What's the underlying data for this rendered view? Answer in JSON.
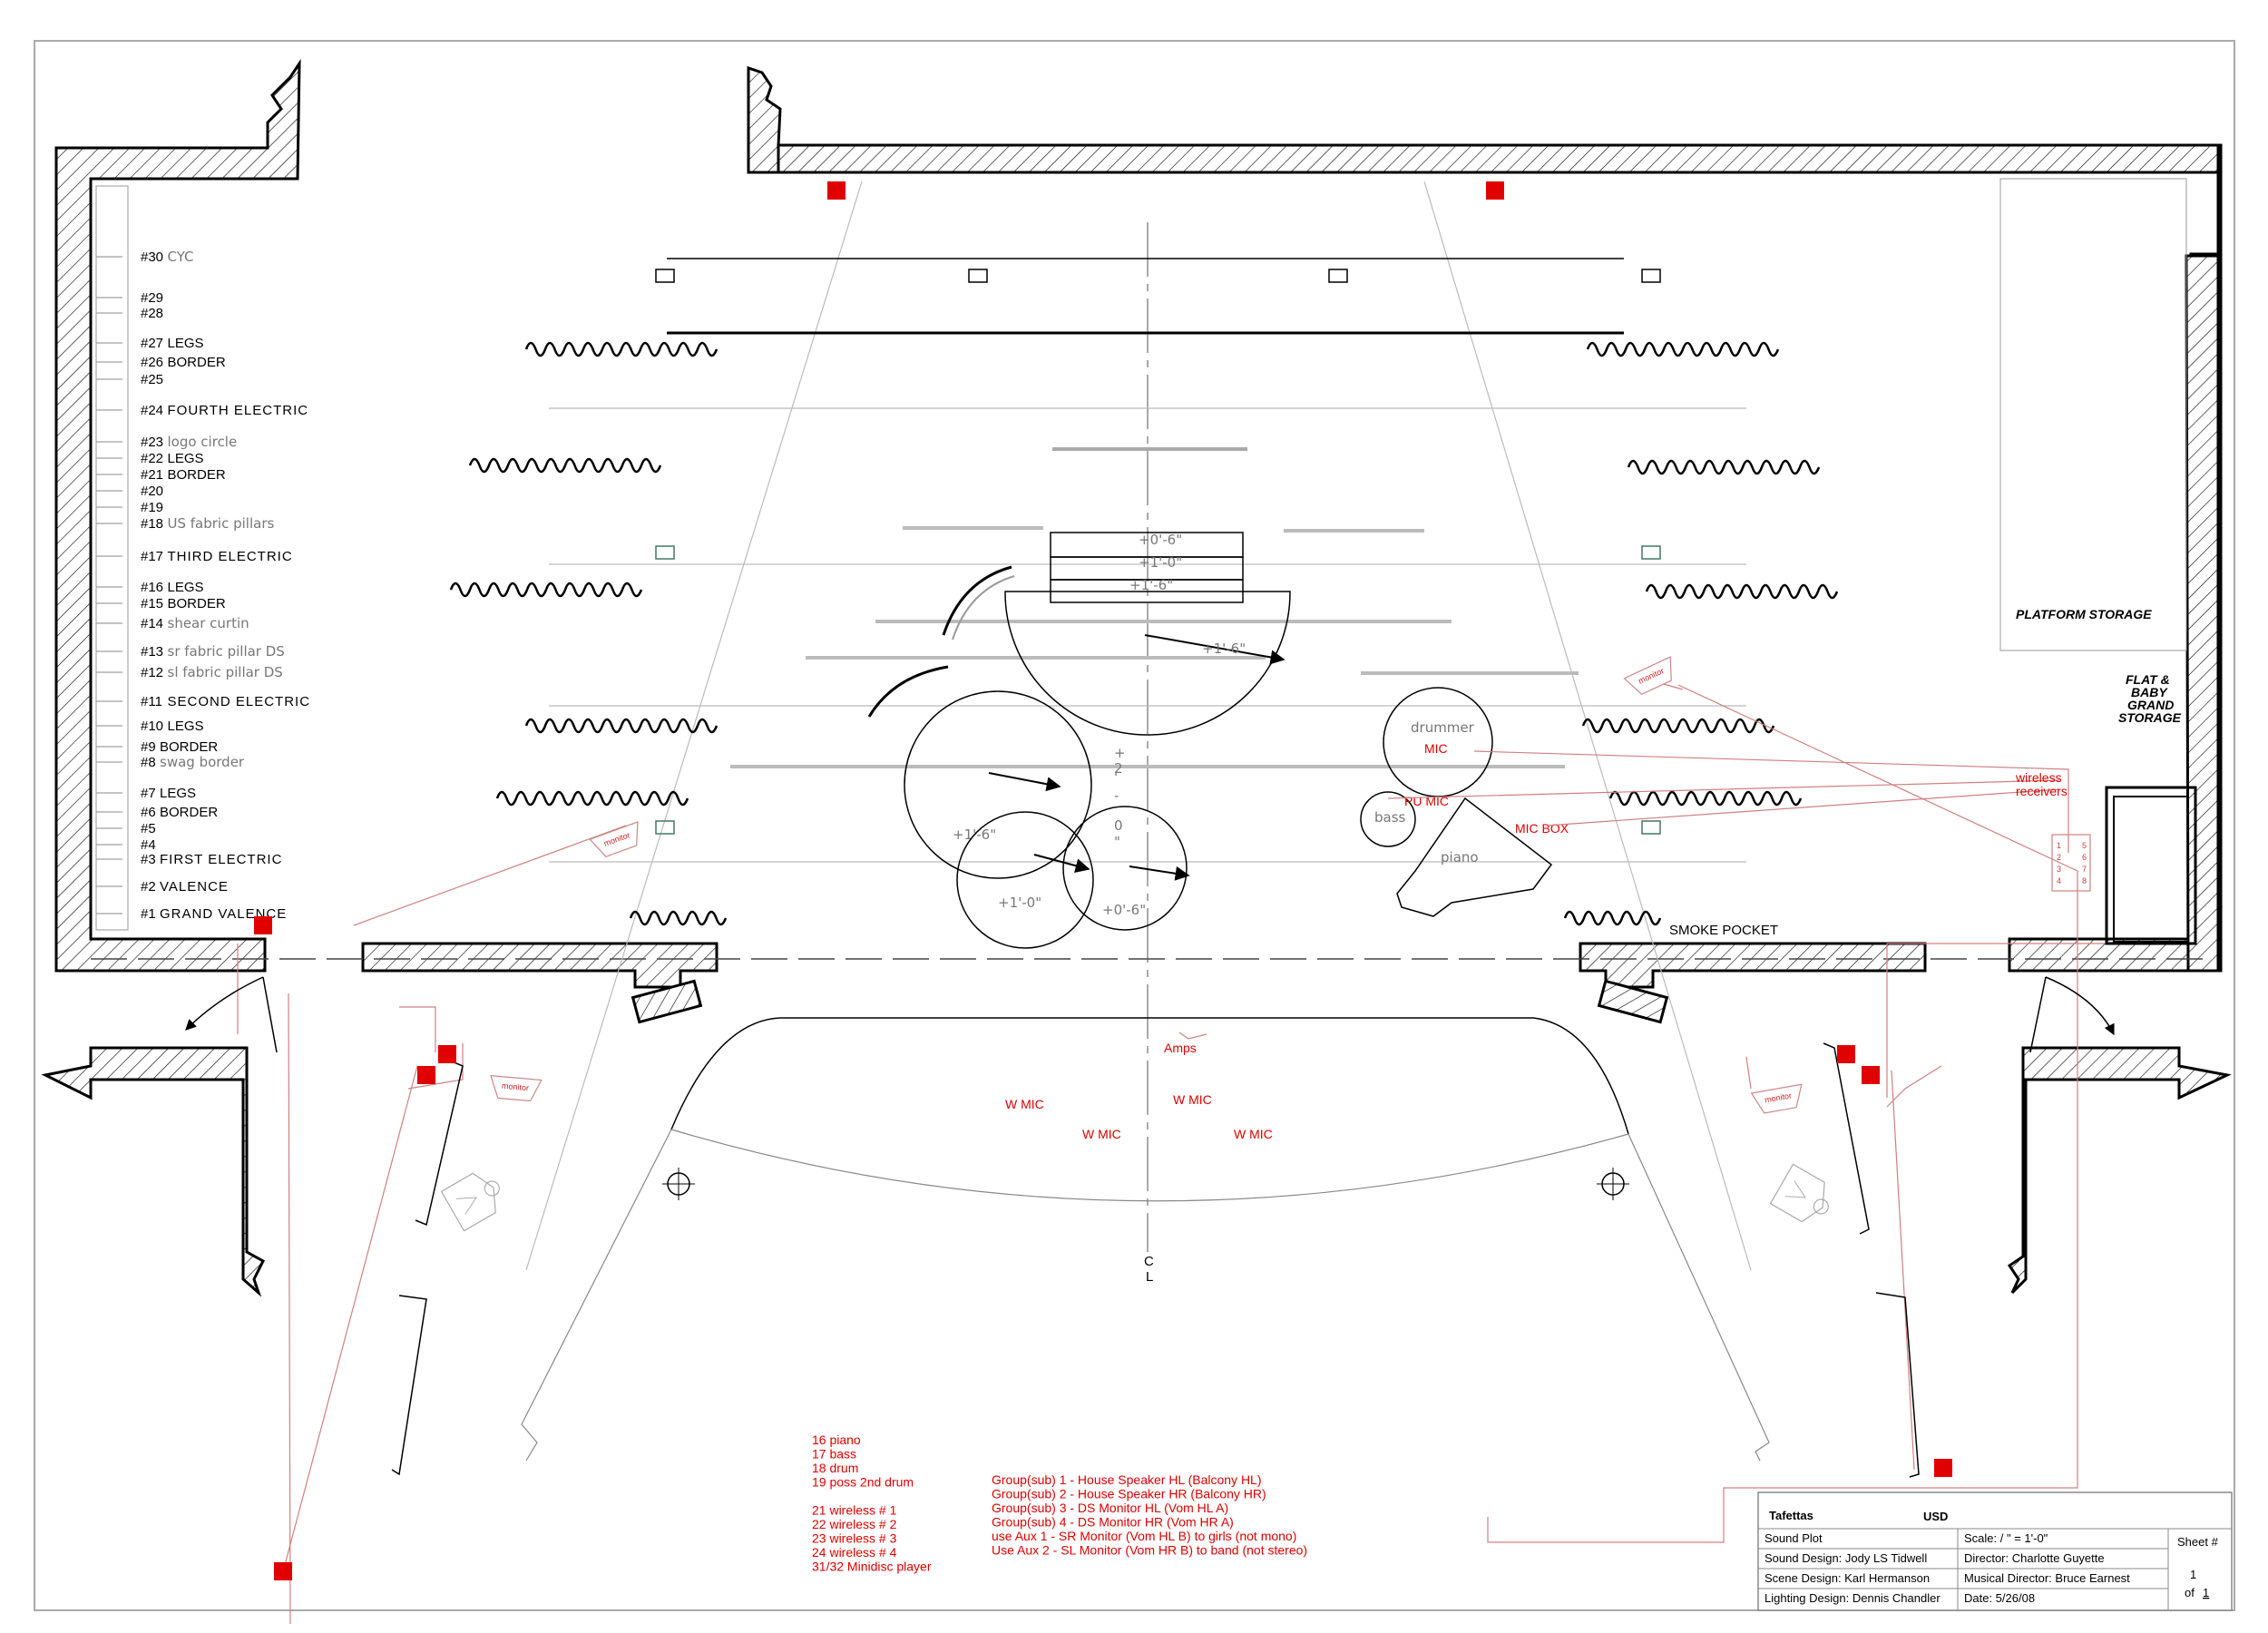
{
  "plot": {
    "labels": {
      "platform_storage": "PLATFORM STORAGE",
      "flat_storage": [
        "FLAT &",
        "BABY",
        "GRAND",
        "STORAGE"
      ],
      "smoke_pocket": "SMOKE POCKET",
      "centerline": [
        "C",
        "L"
      ]
    },
    "stage_items": {
      "drummer": "drummer",
      "mic": "MIC",
      "pu_mic": "PU MIC",
      "bass": "bass",
      "piano": "piano",
      "mic_box": "MIC BOX",
      "wireless_receivers": [
        "wireless",
        "receivers"
      ],
      "amps": "Amps",
      "w_mic": "W MIC",
      "monitor": "monitor"
    },
    "platforms": {
      "step1": "+0'-6\"",
      "step2": "+1'-0\"",
      "step3": "+1'-6\"",
      "p_a": "+1'-6\"",
      "p_b": "+1'-0\"",
      "p_c": "+0'-6\"",
      "center_vert": [
        "+",
        "2",
        "'",
        "-",
        "0",
        "\""
      ]
    },
    "line_sets": [
      {
        "num": "#30",
        "name": "CYC",
        "style": "hand"
      },
      {
        "num": "#29",
        "name": "",
        "style": "caps"
      },
      {
        "num": "#28",
        "name": "",
        "style": "caps"
      },
      {
        "num": "#27",
        "name": "LEGS",
        "style": "caps"
      },
      {
        "num": "#26",
        "name": "BORDER",
        "style": "caps"
      },
      {
        "num": "#25",
        "name": "",
        "style": "caps"
      },
      {
        "num": "#24",
        "name": "FOURTH ELECTRIC",
        "style": "small"
      },
      {
        "num": "#23",
        "name": "logo circle",
        "style": "hand"
      },
      {
        "num": "#22",
        "name": "LEGS",
        "style": "caps"
      },
      {
        "num": "#21",
        "name": "BORDER",
        "style": "caps"
      },
      {
        "num": "#20",
        "name": "",
        "style": "caps"
      },
      {
        "num": "#19",
        "name": "",
        "style": "caps"
      },
      {
        "num": "#18",
        "name": "US fabric pillars",
        "style": "hand"
      },
      {
        "num": "#17",
        "name": "THIRD ELECTRIC",
        "style": "small"
      },
      {
        "num": "#16",
        "name": "LEGS",
        "style": "caps"
      },
      {
        "num": "#15",
        "name": "BORDER",
        "style": "caps"
      },
      {
        "num": "#14",
        "name": "shear curtin",
        "style": "hand"
      },
      {
        "num": "#13",
        "name": "sr fabric pillar DS",
        "style": "hand"
      },
      {
        "num": "#12",
        "name": "sl fabric pillar DS",
        "style": "hand"
      },
      {
        "num": "#11",
        "name": "SECOND ELECTRIC",
        "style": "small"
      },
      {
        "num": "#10",
        "name": "LEGS",
        "style": "caps"
      },
      {
        "num": "#9",
        "name": "BORDER",
        "style": "caps"
      },
      {
        "num": "#8",
        "name": "swag border",
        "style": "hand"
      },
      {
        "num": "#7",
        "name": "LEGS",
        "style": "caps"
      },
      {
        "num": "#6",
        "name": "BORDER",
        "style": "caps"
      },
      {
        "num": "#5",
        "name": "",
        "style": "caps"
      },
      {
        "num": "#4",
        "name": "",
        "style": "caps"
      },
      {
        "num": "#3",
        "name": "FIRST ELECTRIC",
        "style": "small"
      },
      {
        "num": "#2",
        "name": "VALENCE",
        "style": "small"
      },
      {
        "num": "#1",
        "name": "GRAND VALENCE",
        "style": "small"
      }
    ],
    "channels": [
      "16 piano",
      "17 bass",
      "18 drum",
      "19 poss 2nd drum",
      "",
      "21 wireless # 1",
      "22 wireless # 2",
      "23 wireless # 3",
      "24 wireless # 4",
      "31/32 Minidisc player"
    ],
    "groups": [
      "Group(sub) 1 - House Speaker HL (Balcony HL)",
      "Group(sub) 2 - House Speaker HR (Balcony HR)",
      "Group(sub) 3 - DS Monitor HL (Vom HL A)",
      "Group(sub) 4 - DS Monitor HR (Vom HR A)",
      " use Aux 1       - SR Monitor (Vom HL B) to girls (not mono)",
      " Use Aux 2      - SL Monitor (Vom HR B) to band  (not stereo)"
    ],
    "receiver_grid": [
      "1",
      "5",
      "2",
      "6",
      "3",
      "7",
      "4",
      "8"
    ]
  },
  "title_block": {
    "show": "Tafettas",
    "org": "USD",
    "sound_plot": "Sound Plot",
    "scale": "Scale: / \" = 1'-0\"",
    "sheet_label": "Sheet #",
    "sheet_num": "1",
    "of_label": "of",
    "of_num": "1",
    "rows_left": [
      "Sound Design: Jody LS Tidwell",
      "Scene Design: Karl Hermanson",
      "Lighting Design: Dennis Chandler"
    ],
    "rows_right": [
      "Director: Charlotte Guyette",
      "Musical Director: Bruce Earnest",
      "Date: 5/26/08"
    ]
  }
}
